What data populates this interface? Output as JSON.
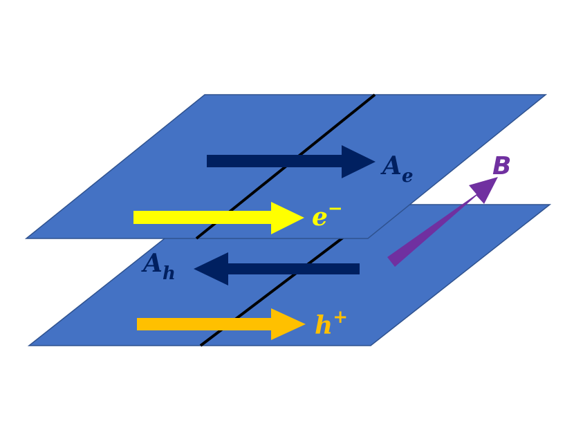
{
  "colors": {
    "background": "#ffffff",
    "plane_fill": "#4472c4",
    "plane_stroke": "#2f528f",
    "line": "#000000",
    "vector_potential": "#002060",
    "electron": "#ffff00",
    "hole": "#ffc000",
    "magnetic_field": "#7030a0"
  },
  "labels": {
    "A_e": {
      "base": "A",
      "sub": "e"
    },
    "e_minus": {
      "base": "e",
      "sup": "−"
    },
    "A_h": {
      "base": "A",
      "sub": "h"
    },
    "h_plus": {
      "base": "h",
      "sup": "+"
    },
    "B": {
      "base": "B"
    }
  }
}
